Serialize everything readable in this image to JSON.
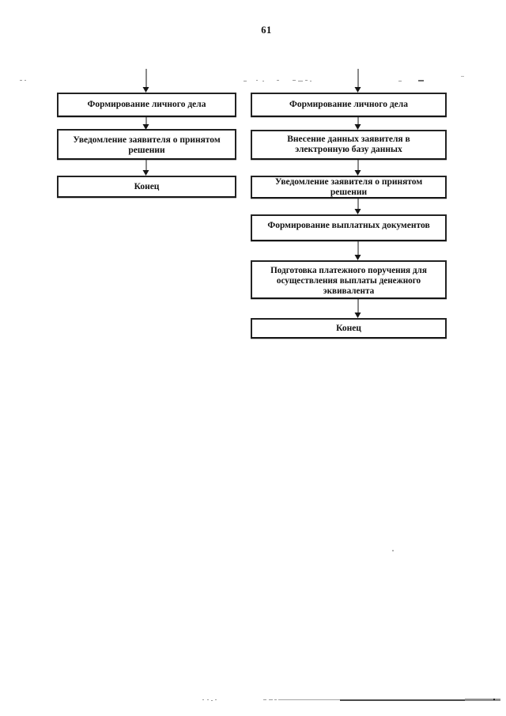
{
  "page": {
    "number": "61"
  },
  "flowchart": {
    "connector_icon": "arrow-down",
    "left_branch": {
      "steps": [
        {
          "label": "Формирование личного дела"
        },
        {
          "label": "Уведомление заявителя о принятом решении"
        },
        {
          "label": "Конец"
        }
      ]
    },
    "right_branch": {
      "steps": [
        {
          "label": "Формирование личного дела"
        },
        {
          "label": "Внесение данных заявителя в электронную базу данных"
        },
        {
          "label": "Уведомление заявителя о принятом решении"
        },
        {
          "label": "Формирование выплатных документов"
        },
        {
          "label": "Подготовка платежного поручения для осуществления выплаты денежного эквивалента"
        },
        {
          "label": "Конец"
        }
      ]
    }
  },
  "colors": {
    "ink": "#161616",
    "paper": "#ffffff",
    "noise": "#9a9a9a"
  }
}
